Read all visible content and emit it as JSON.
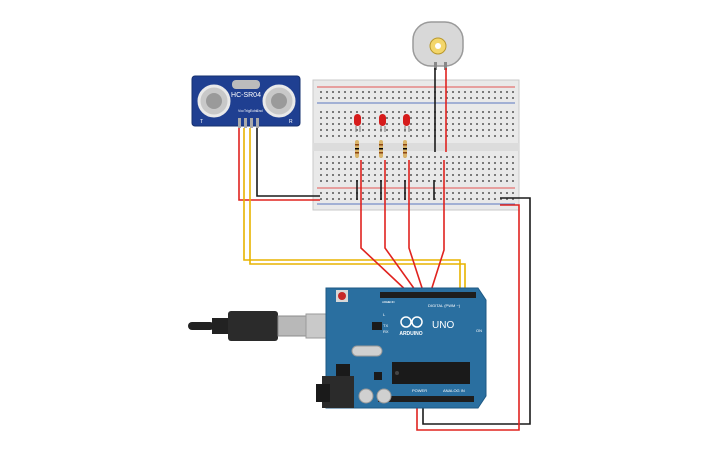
{
  "sensor": {
    "label": "HC-SR04",
    "pins": [
      "Vcc",
      "Trig",
      "Echo",
      "Gnd"
    ],
    "corner_marks": [
      "T",
      "R"
    ]
  },
  "arduino": {
    "board_name": "UNO",
    "brand": "ARDUINO",
    "digital_header": "DIGITAL (PWM ~)",
    "power_header": "POWER",
    "analog_header": "ANALOG IN",
    "leds": [
      "L",
      "TX",
      "RX"
    ],
    "on_label": "ON",
    "aref": "AREF",
    "gnd": "GND"
  },
  "colors": {
    "wire_red": "#e0231f",
    "wire_black": "#1a1a1a",
    "wire_yellow": "#e8b400",
    "board_blue": "#2a6fa0",
    "sensor_blue": "#1f3f91",
    "led_red": "#d61b1b",
    "motor_gray": "#d8d8d8"
  },
  "icons": [
    "dc-motor-icon",
    "led-icon",
    "resistor-icon",
    "usb-plug-icon",
    "ic-chip-icon",
    "capacitor-icon",
    "reset-button-icon"
  ]
}
